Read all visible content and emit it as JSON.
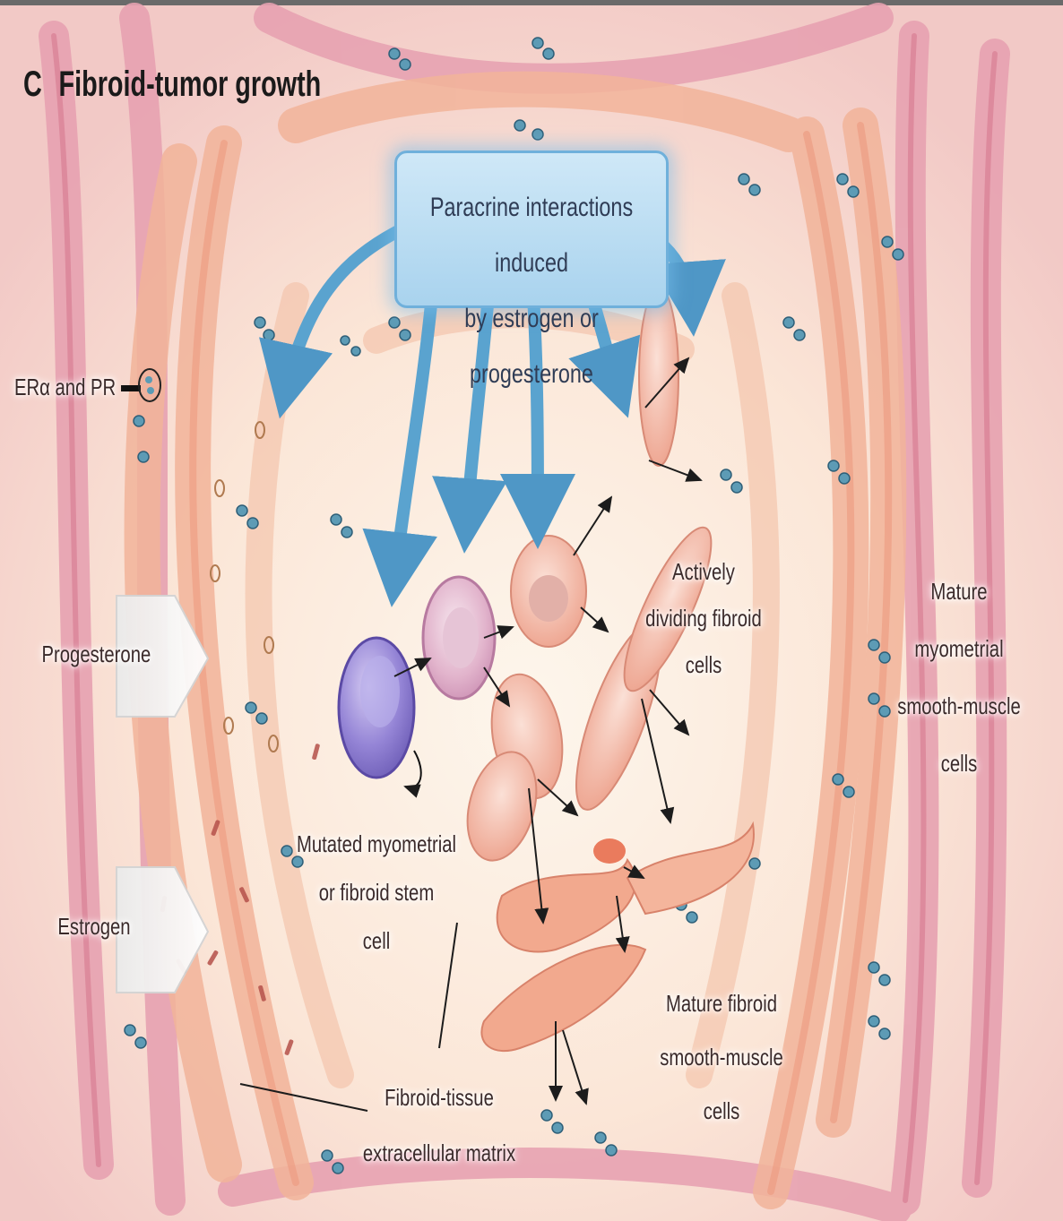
{
  "panel": {
    "letter": "C",
    "title": "Fibroid-tumor growth"
  },
  "callout": {
    "line1": "Paracrine interactions induced",
    "line2": "by estrogen or progesterone"
  },
  "labels": {
    "er_pr": "ERα and PR",
    "progesterone": "Progesterone",
    "estrogen": "Estrogen",
    "stem_cell": [
      "Mutated myometrial",
      "or fibroid stem",
      "cell"
    ],
    "dividing": [
      "Actively",
      "dividing fibroid",
      "cells"
    ],
    "mature_myometrial": [
      "Mature",
      "myometrial",
      "smooth-muscle",
      "cells"
    ],
    "mature_fibroid": [
      "Mature fibroid",
      "smooth-muscle",
      "cells"
    ],
    "ecm": [
      "Fibroid-tissue",
      "extracellular matrix"
    ]
  },
  "colors": {
    "background": "#fbe5d6",
    "myometrial_cell": "#e9a7b3",
    "fibroid_cell": "#f0a88a",
    "nucleus": "#5d9bb5",
    "arrow_blue": "#5aa3cf",
    "stem_cell": "#8c7ad0",
    "progenitor_cell": "#dca8c6"
  }
}
